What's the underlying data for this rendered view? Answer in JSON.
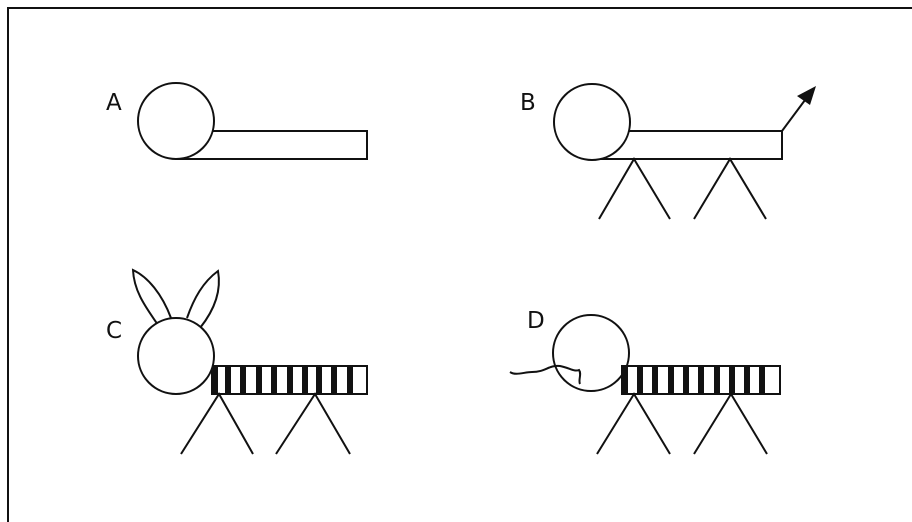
{
  "figure": {
    "stroke_color": "#111111",
    "background": "#ffffff",
    "panels": [
      {
        "id": "a",
        "label": "A",
        "parts": [
          "head",
          "body"
        ]
      },
      {
        "id": "b",
        "label": "B",
        "parts": [
          "head",
          "body",
          "legs",
          "arrow"
        ]
      },
      {
        "id": "c",
        "label": "C",
        "parts": [
          "head",
          "ears",
          "striped-body",
          "legs"
        ]
      },
      {
        "id": "d",
        "label": "D",
        "parts": [
          "head",
          "tail",
          "striped-body",
          "legs"
        ]
      }
    ]
  }
}
